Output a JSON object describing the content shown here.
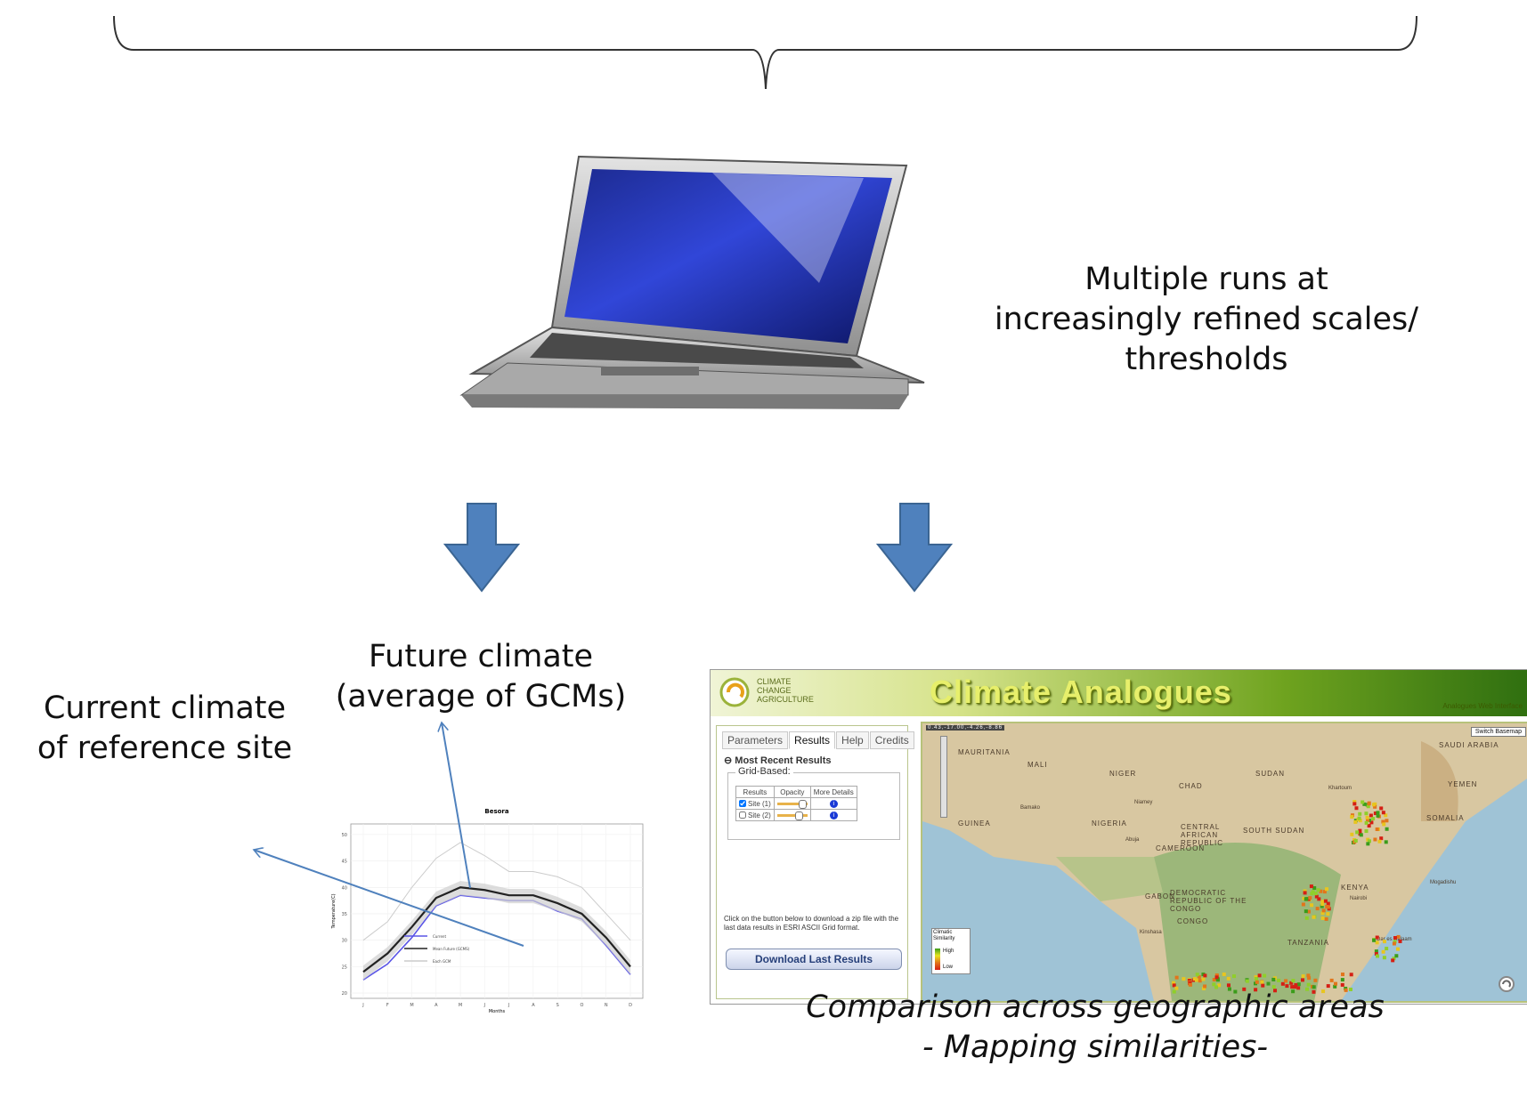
{
  "captions": {
    "multiple_runs": [
      "Multiple runs at",
      "increasingly refined scales/",
      "thresholds"
    ],
    "future_climate": [
      "Future climate",
      "(average of GCMs)"
    ],
    "current_climate": [
      "Current climate",
      "of reference site"
    ],
    "comparison": [
      "Comparison across geographic areas",
      "- Mapping similarities-"
    ]
  },
  "app": {
    "logo_text": [
      "CLIMATE",
      "CHANGE",
      "AGRICULTURE"
    ],
    "title": "Climate Analogues",
    "header_right": "Analogues Web Interface",
    "tabs": [
      "Parameters",
      "Results",
      "Help",
      "Credits"
    ],
    "active_tab": "Results",
    "most_recent_results": "Most Recent Results",
    "grid_based": "Grid-Based:",
    "table_headers": [
      "Results",
      "Opacity",
      "More Details"
    ],
    "rows": [
      {
        "label": "Site (1)",
        "checked": true,
        "opacity": 0.75
      },
      {
        "label": "Site (2)",
        "checked": false,
        "opacity": 0.65
      }
    ],
    "note": "Click on the button below to download a zip file with the last data results in ESRI ASCII Grid format.",
    "download_button": "Download Last Results",
    "switch_basemap": "Switch Basemap",
    "map_coords": "0.43,-17.00,-4.26,-8.86",
    "legend": {
      "title": "Climatic Similarity",
      "high": "High",
      "low": "Low"
    },
    "map_labels": [
      "MAURITANIA",
      "MALI",
      "NIGER",
      "CHAD",
      "SUDAN",
      "SAUDI ARABIA",
      "YEMEN",
      "SOMALIA",
      "NIGERIA",
      "CENTRAL AFRICAN REPUBLIC",
      "SOUTH SUDAN",
      "DEMOCRATIC REPUBLIC OF THE CONGO",
      "TANZANIA",
      "GUINEA",
      "CAMEROON",
      "GABON",
      "CONGO",
      "KENYA",
      "Khartoum",
      "Niamey",
      "Bamako",
      "Abuja",
      "Nairobi",
      "Kinshasa",
      "Dar es Salaam",
      "Mogadishu"
    ]
  },
  "chart_data": {
    "type": "line",
    "title": "Besora",
    "xlabel": "Months",
    "ylabel": "Temperature(C)",
    "categories": [
      "J",
      "F",
      "M",
      "A",
      "M",
      "J",
      "J",
      "A",
      "S",
      "O",
      "N",
      "D"
    ],
    "yticks": [
      20,
      25,
      30,
      35,
      40,
      45,
      50
    ],
    "ylim": [
      19,
      52
    ],
    "series": [
      {
        "name": "Current",
        "color": "#5a55e6",
        "values": [
          22.5,
          25.5,
          30.5,
          36.5,
          38.5,
          38.0,
          37.5,
          37.5,
          35.5,
          34.0,
          29.0,
          23.5
        ]
      },
      {
        "name": "Mean Future (GCMS)",
        "color": "#222222",
        "values": [
          24.0,
          27.5,
          32.5,
          38.0,
          40.0,
          39.5,
          38.5,
          38.5,
          37.0,
          35.0,
          30.5,
          25.0
        ]
      },
      {
        "name": "Each GCM",
        "color": "#cccccc",
        "values": [
          30.0,
          33.5,
          40.0,
          45.5,
          48.5,
          46.0,
          43.0,
          43.0,
          42.0,
          40.0,
          35.0,
          30.0
        ]
      }
    ]
  }
}
